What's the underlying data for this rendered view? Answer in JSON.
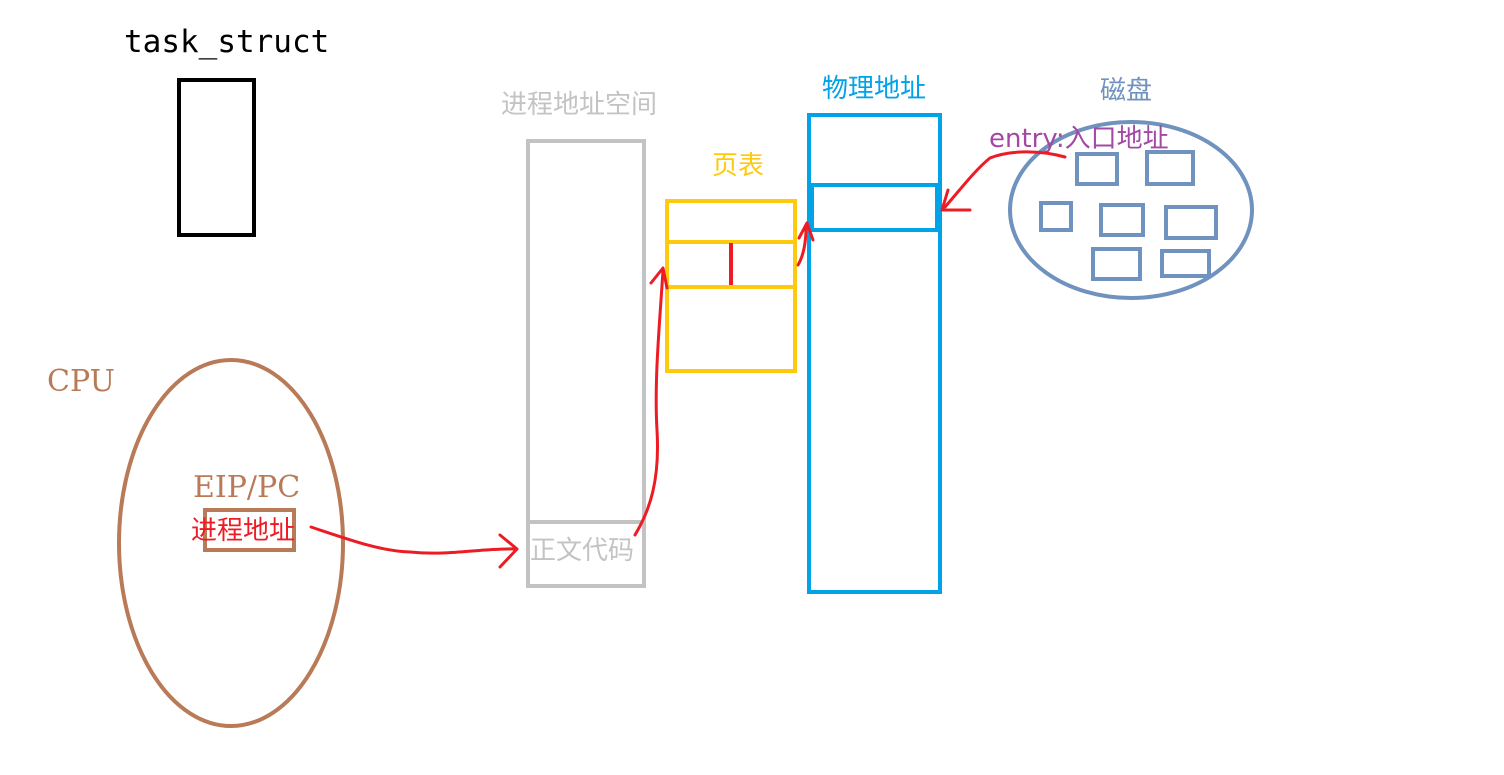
{
  "labels": {
    "task_struct": "task_struct",
    "cpu": "CPU",
    "eip_pc": "EIP/PC",
    "process_address": "进程地址",
    "process_address_space": "进程地址空间",
    "text_code": "正文代码",
    "page_table": "页表",
    "physical_address": "物理地址",
    "disk": "磁盘",
    "entry": "entry:入口地址"
  },
  "colors": {
    "task_struct": "#000000",
    "cpu": "#b97a57",
    "arrow": "#ed1c24",
    "address_space": "#c3c3c3",
    "page_table": "#ffc90e",
    "physical": "#00a2e8",
    "disk": "#7092be",
    "entry": "#a349a4"
  }
}
